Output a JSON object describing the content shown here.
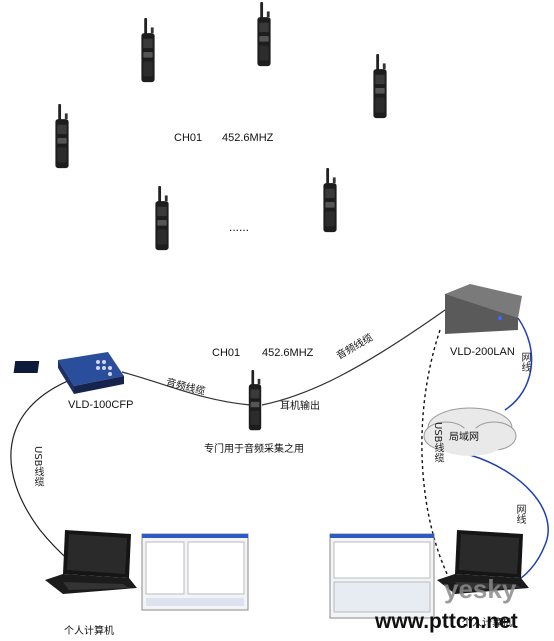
{
  "top_group": {
    "channel": "CH01",
    "frequency": "452.6MHZ",
    "ellipsis": "......"
  },
  "middle": {
    "channel": "CH01",
    "frequency": "452.6MHZ",
    "radio_caption": "专门用于音频采集之用",
    "earphone_output": "耳机输出"
  },
  "devices": {
    "vld100": "VLD-100CFP",
    "vld200": "VLD-200LAN"
  },
  "links": {
    "audio_cable_left": "音频线缆",
    "audio_cable_right": "音频线缆",
    "usb_left": "USB线缆",
    "usb_right": "USB线缆",
    "net_top": "网线",
    "net_bottom": "网线",
    "lan_cloud": "局域网"
  },
  "pcs": {
    "left": "个人计算机",
    "right": "个人计算机"
  },
  "watermark": {
    "brand": "yesky",
    "site": "www.pttcn.net"
  }
}
